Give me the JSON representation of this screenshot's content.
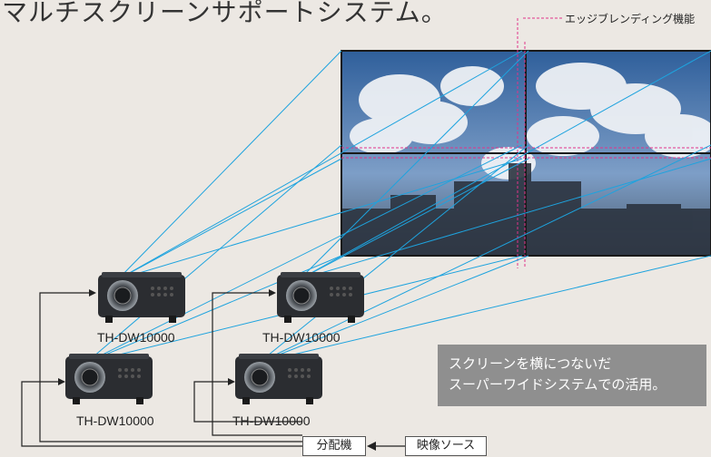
{
  "title": "マルチスクリーンサポートシステム。",
  "edge_blending_label": "エッジブレンディング機能",
  "projectors": [
    {
      "model": "TH-DW10000"
    },
    {
      "model": "TH-DW10000"
    },
    {
      "model": "TH-DW10000"
    },
    {
      "model": "TH-DW10000"
    }
  ],
  "callout": {
    "line1": "スクリーンを横につないだ",
    "line2": "スーパーワイドシステムでの活用。"
  },
  "distributor_label": "分配機",
  "source_label": "映像ソース",
  "colors": {
    "beam": "#1ea3de",
    "blend_guide": "#e0338a",
    "background": "#ece8e3"
  }
}
